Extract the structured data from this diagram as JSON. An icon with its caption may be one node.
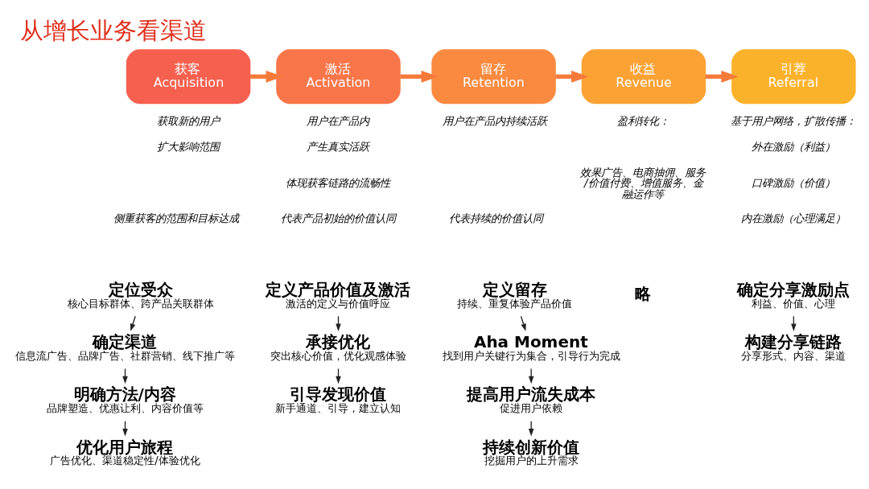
{
  "diagram": {
    "title": "从增长业务看渠道",
    "nodes": [
      {
        "text": [
          "获客",
          "Acquisition"
        ]
      },
      {
        "text": [
          "激活",
          "Activation"
        ]
      },
      {
        "text": [
          "留存",
          "Retention"
        ]
      },
      {
        "text": [
          "收益",
          "Revenue"
        ]
      },
      {
        "text": [
          "引荐",
          "Referral"
        ]
      },
      {
        "text": [
          "定位受众",
          "核心目标群体、跨产品关联群体"
        ]
      },
      {
        "text": [
          "确定渠道",
          "信息流广告、品牌广告、社群营销、线下推广等"
        ]
      },
      {
        "text": [
          "明确方法/内容",
          "品牌塑造、优惠让利、内容价值等"
        ]
      },
      {
        "text": [
          "优化用户旅程",
          "广告优化、渠道稳定性/体验优化"
        ]
      },
      {
        "text": [
          "定义产品价值及激活",
          "激活的定义与价值呼应"
        ]
      },
      {
        "text": [
          "承接优化",
          "突出核心价值，优化观感体验"
        ]
      },
      {
        "text": [
          "引导发现价值",
          "新手通道、引导，建立认知"
        ]
      },
      {
        "text": [
          "定义留存",
          "持续、重复体验产品价值"
        ]
      },
      {
        "text": [
          "Aha Moment",
          "找到用户关键行为集合，引导行为完成"
        ]
      },
      {
        "text": [
          "提高用户流失成本",
          "促进用户依赖"
        ]
      },
      {
        "text": [
          "持续创新价值",
          "挖掘用户的上升需求"
        ]
      },
      {
        "text": [
          "确定分享激励点",
          "利益、价值、心理"
        ]
      },
      {
        "text": [
          "构建分享链路",
          "分享形式、内容、渠道"
        ]
      }
    ],
    "edges": [
      {
        "from": 0,
        "to": 1,
        "arrow": "to",
        "style": "thick",
        "color": "#f57a3a"
      },
      {
        "from": 1,
        "to": 2,
        "arrow": "to",
        "style": "thick",
        "color": "#f57a3a"
      },
      {
        "from": 2,
        "to": 3,
        "arrow": "to",
        "style": "thick",
        "color": "#f57a3a"
      },
      {
        "from": 3,
        "to": 4,
        "arrow": "to",
        "style": "thick",
        "color": "#f57a3a"
      },
      {
        "from": 5,
        "to": 6,
        "arrow": "to"
      },
      {
        "from": 6,
        "to": 7,
        "arrow": "to"
      },
      {
        "from": 7,
        "to": 8,
        "arrow": "to"
      },
      {
        "from": 9,
        "to": 10,
        "arrow": "to"
      },
      {
        "from": 10,
        "to": 11,
        "arrow": "to"
      },
      {
        "from": 12,
        "to": 13,
        "arrow": "to"
      },
      {
        "from": 13,
        "to": 14,
        "arrow": "to"
      },
      {
        "from": 14,
        "to": 15,
        "arrow": "to"
      },
      {
        "from": 16,
        "to": 17,
        "arrow": "to"
      }
    ],
    "labels": [
      "获取新的用户",
      "扩大影响范围",
      "侧重获客的范围和目标达成",
      "用户在产品内",
      "产生真实活跃",
      "体现获客链路的流畅性",
      "代表产品初始的价值认同",
      "用户在产品内持续活跃",
      "代表持续的价值认同",
      "盈利转化：",
      "效果广告、电商抽佣、服务/价值付费、增值服务、金融运作等",
      "基于用户网络，扩散传播：",
      "外在激励（利益）",
      "口碑激励（价值）",
      "内在激励（心理满足）",
      "略"
    ]
  }
}
